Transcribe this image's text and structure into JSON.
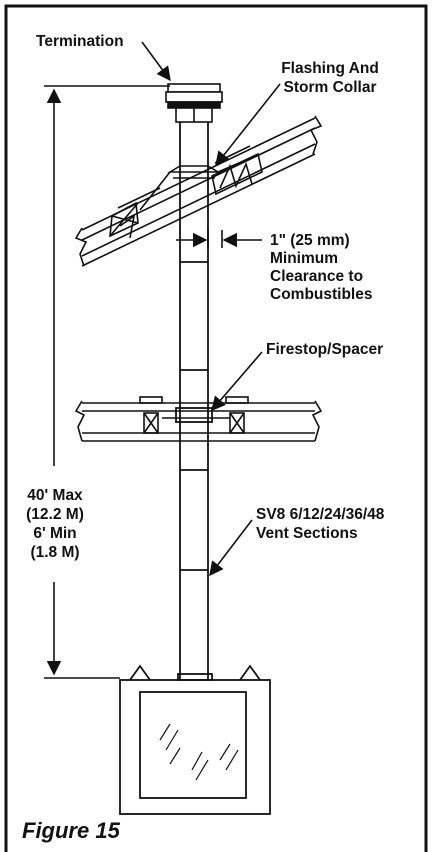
{
  "labels": {
    "termination": "Termination",
    "flashing": [
      "Flashing And",
      "Storm Collar"
    ],
    "clearance": [
      "1\" (25 mm)",
      "Minimum",
      "Clearance to",
      "Combustibles"
    ],
    "firestop": "Firestop/Spacer",
    "height": [
      "40' Max",
      "(12.2 M)",
      "6' Min",
      "(1.8 M)"
    ],
    "vent_sections": [
      "SV8 6/12/24/36/48",
      "Vent Sections"
    ]
  },
  "caption": "Figure 15",
  "colors": {
    "line": "#111111",
    "background": "#ffffff"
  }
}
